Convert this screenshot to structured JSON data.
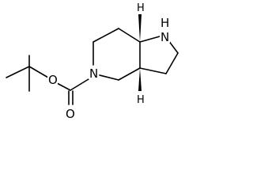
{
  "molecule": {
    "atoms": {
      "carbonyl_oxygen": "O",
      "ester_oxygen": "O",
      "ring_nitrogen": "N",
      "pyrrolidine_nitrogen": "N",
      "nh_hydrogen": "H",
      "stereo_h_top": "H",
      "stereo_h_bottom": "H"
    }
  }
}
